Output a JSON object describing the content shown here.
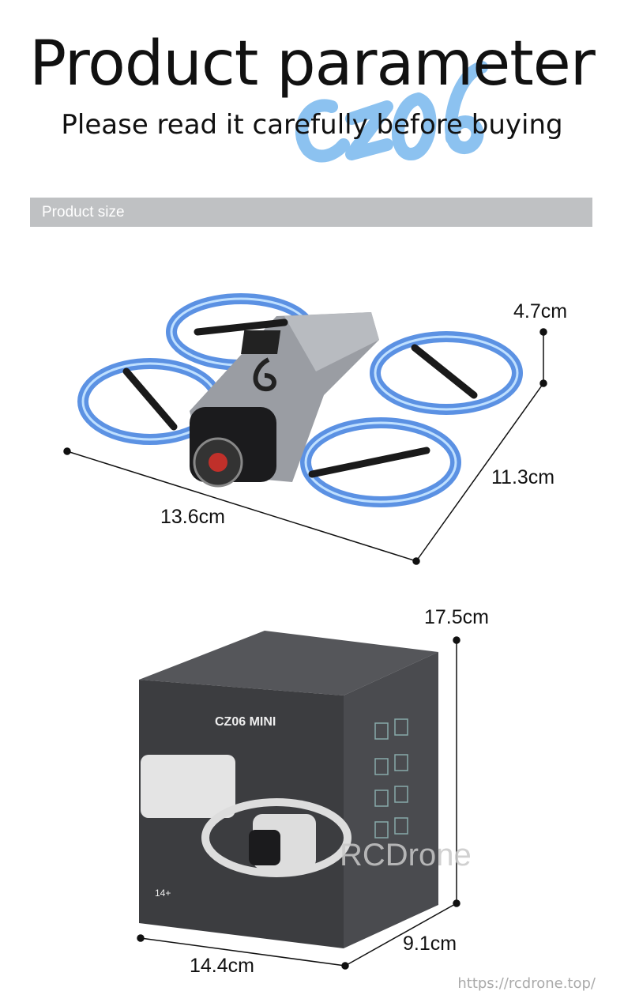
{
  "header": {
    "title": "Product parameter",
    "subtitle": "Please read it carefully before buying",
    "script_logo": "cz06"
  },
  "section": {
    "label": "Product size"
  },
  "drone_dimensions": {
    "height": "4.7cm",
    "width": "11.3cm",
    "length": "13.6cm"
  },
  "box_dimensions": {
    "height": "17.5cm",
    "width": "9.1cm",
    "length": "14.4cm"
  },
  "box_print": {
    "model": "CZ06 MINI",
    "age": "14+"
  },
  "watermark": "RCDrone",
  "url": "https://rcdrone.top/",
  "colors": {
    "accent_blue": "#5aa8ea",
    "bar_gray": "#bfc1c3",
    "box_dark": "#3c3d40"
  }
}
